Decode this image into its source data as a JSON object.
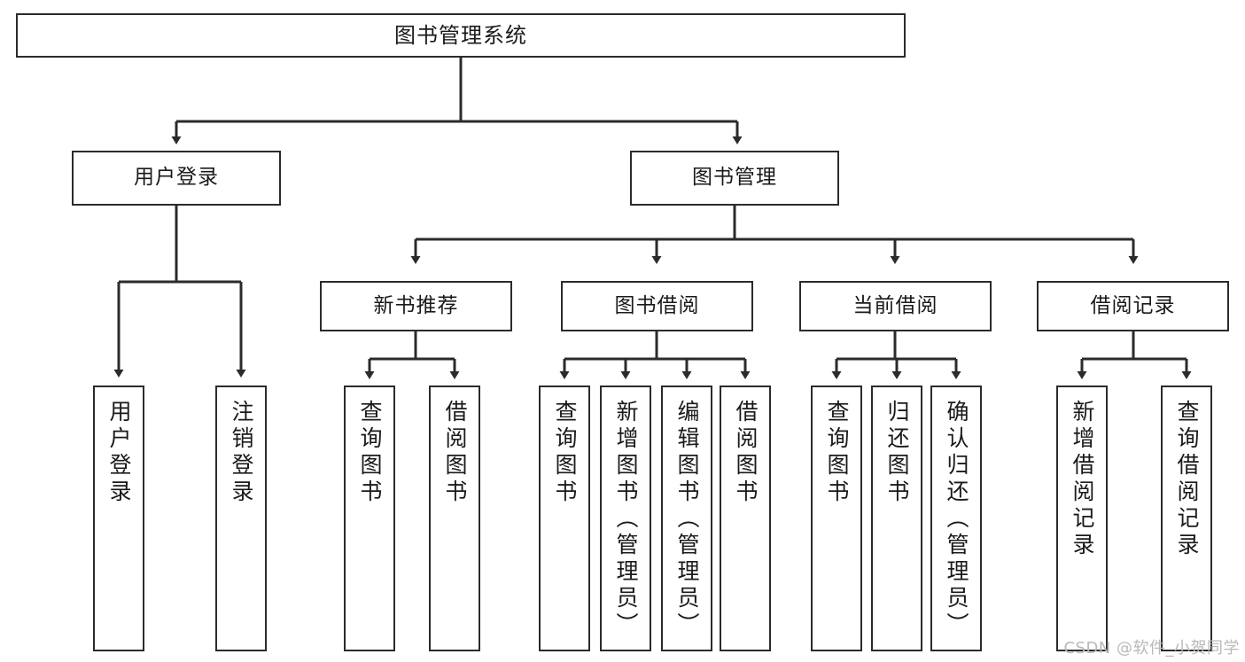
{
  "diagram": {
    "title": "图书管理系统",
    "type": "hierarchy-tree",
    "watermark": "CSDN @软件_小贺同学",
    "colors": {
      "box_border": "#2b2b2b",
      "box_fill": "#ffffff",
      "edge": "#2b2b2b",
      "text": "#1a1a1a",
      "watermark": "#b9b9b9"
    },
    "nodes": {
      "root": {
        "label": "图书管理系统"
      },
      "level2": [
        {
          "id": "user-login",
          "label": "用户登录"
        },
        {
          "id": "book-manage",
          "label": "图书管理"
        }
      ],
      "level3": [
        {
          "id": "new-book-recommend",
          "label": "新书推荐"
        },
        {
          "id": "book-borrow",
          "label": "图书借阅"
        },
        {
          "id": "current-borrow",
          "label": "当前借阅"
        },
        {
          "id": "borrow-record",
          "label": "借阅记录"
        }
      ],
      "leaves": {
        "user-login": [
          {
            "id": "leaf-user-login",
            "label": "用户登录"
          },
          {
            "id": "leaf-logout",
            "label": "注销登录"
          }
        ],
        "new-book-recommend": [
          {
            "id": "leaf-query-book-1",
            "label": "查询图书"
          },
          {
            "id": "leaf-borrow-book-1",
            "label": "借阅图书"
          }
        ],
        "book-borrow": [
          {
            "id": "leaf-query-book-2",
            "label": "查询图书"
          },
          {
            "id": "leaf-add-book",
            "label": "新增图书（管理员）"
          },
          {
            "id": "leaf-edit-book",
            "label": "编辑图书（管理员）"
          },
          {
            "id": "leaf-borrow-book-2",
            "label": "借阅图书"
          }
        ],
        "current-borrow": [
          {
            "id": "leaf-query-book-3",
            "label": "查询图书"
          },
          {
            "id": "leaf-return-book",
            "label": "归还图书"
          },
          {
            "id": "leaf-confirm-return",
            "label": "确认归还（管理员）"
          }
        ],
        "borrow-record": [
          {
            "id": "leaf-add-record",
            "label": "新增借阅记录"
          },
          {
            "id": "leaf-query-record",
            "label": "查询借阅记录"
          }
        ]
      }
    }
  }
}
